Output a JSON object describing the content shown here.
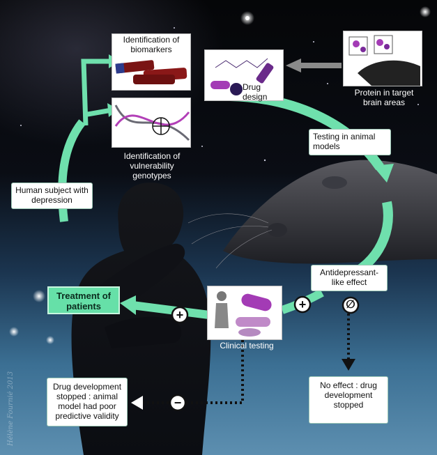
{
  "labels": {
    "biomarkers": "Identification of biomarkers",
    "drug_design": "Drug design",
    "protein": "Protein in target brain areas",
    "vulnerability": "Identification of vulnerability genotypes",
    "animal_testing": "Testing in animal models",
    "human_subject": "Human subject with depression",
    "antidepressant": "Antidepressant-like effect",
    "treatment": "Treatment of patients",
    "clinical_testing": "Clinical testing",
    "no_effect": "No effect : drug development stopped",
    "dev_stopped": "Drug development stopped : animal model had poor predictive validity"
  },
  "symbols": {
    "plus": "+",
    "minus": "−",
    "null": "∅"
  },
  "signature": "Hélène Fournié 2013",
  "colors": {
    "arrow_green": "#6fe0ad",
    "arrow_grey": "#8a8a8a",
    "treatment_fill": "#66e0a8",
    "box_fill": "#ffffff"
  }
}
